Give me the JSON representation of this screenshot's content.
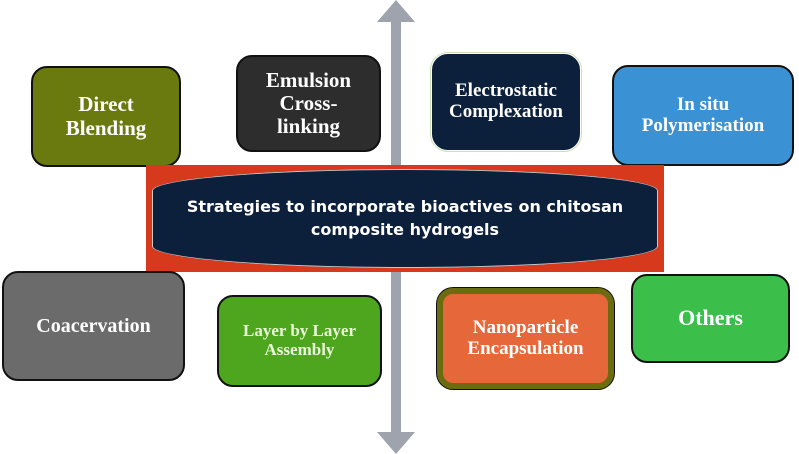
{
  "diagram": {
    "title": "Strategies to incorporate bioactives on chitosan\ncomposite hydrogels",
    "nodes": [
      {
        "id": "direct-blending",
        "label": "Direct\nBlending",
        "color": "#6b7a0f"
      },
      {
        "id": "emulsion-crosslinking",
        "label": "Emulsion\nCross-\nlinking",
        "color": "#2d2d2d"
      },
      {
        "id": "electrostatic-complexation",
        "label": "Electrostatic\nComplexation",
        "color": "#0c1f3b"
      },
      {
        "id": "in-situ-polymerisation",
        "label": "In situ\nPolymerisation",
        "color": "#3a92d4"
      },
      {
        "id": "coacervation",
        "label": "Coacervation",
        "color": "#6b6b6b"
      },
      {
        "id": "layer-by-layer",
        "label": "Layer by Layer\nAssembly",
        "color": "#4ea61e"
      },
      {
        "id": "nanoparticle-encapsulation",
        "label": "Nanoparticle\nEncapsulation",
        "color": "#e5673a"
      },
      {
        "id": "others",
        "label": "Others",
        "color": "#3bbf4a"
      }
    ],
    "axis": {
      "color": "#9ea3ad",
      "arrows": [
        "up",
        "down"
      ]
    },
    "center_border_color": "#d6391c",
    "center_fill_color": "#0c1f3b"
  }
}
